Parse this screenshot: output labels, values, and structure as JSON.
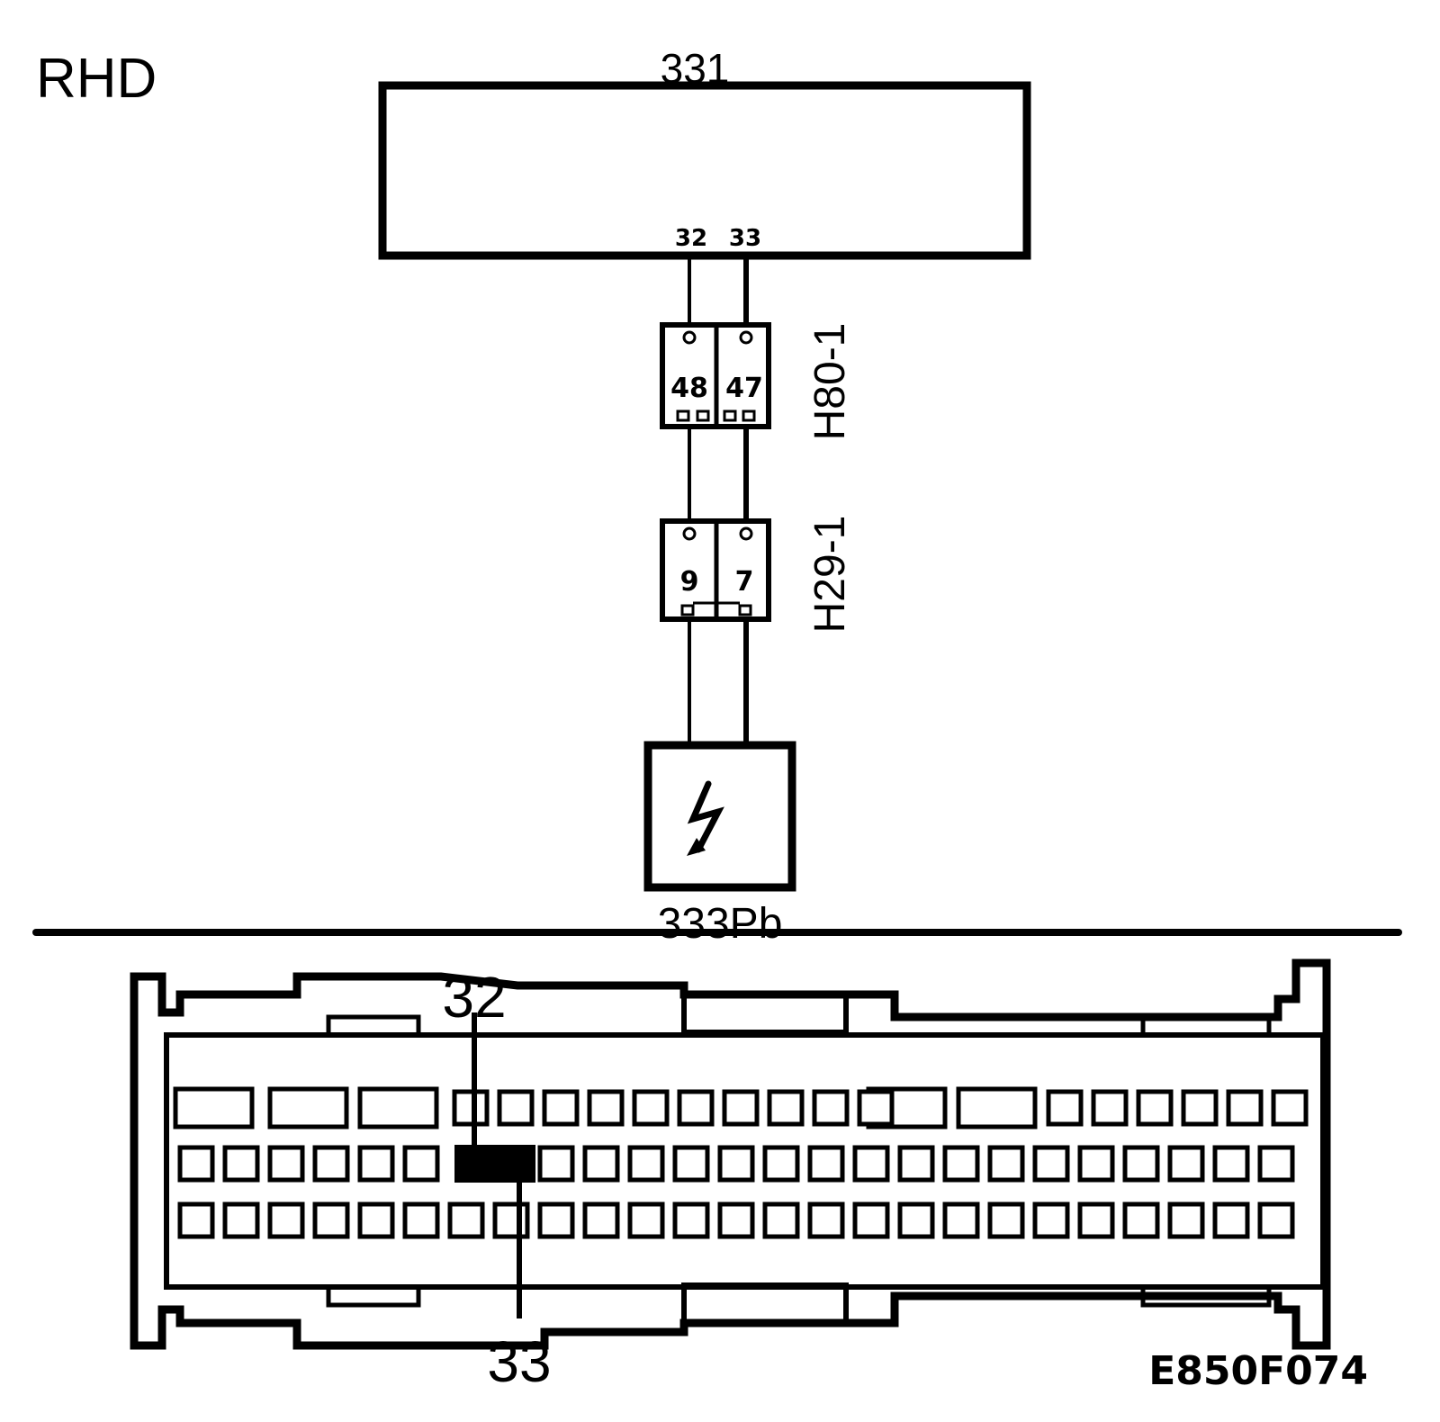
{
  "variant_label": "RHD",
  "module": {
    "label": "331",
    "pin_a": "32",
    "pin_b": "33"
  },
  "connector_upper": {
    "label": "H80-1",
    "pin_a": "48",
    "pin_b": "47"
  },
  "connector_lower": {
    "label": "H29-1",
    "pin_a": "9",
    "pin_b": "7"
  },
  "component": {
    "label": "333Pb",
    "icon": "lightning-bolt-icon"
  },
  "connector_face": {
    "callout_top": "32",
    "callout_bottom": "33"
  },
  "figure_id": "E850F074"
}
